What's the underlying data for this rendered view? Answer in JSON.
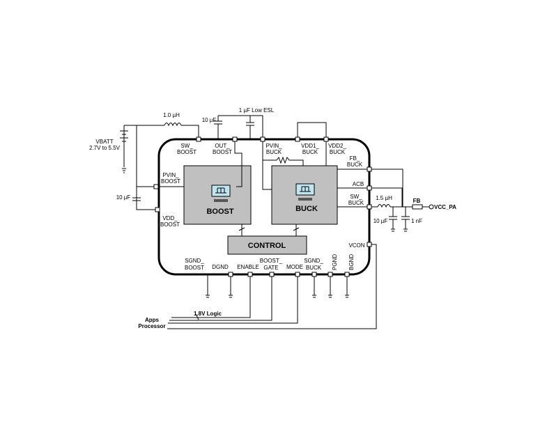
{
  "supply": {
    "label": "VBATT",
    "range": "2.7V to 5.5V"
  },
  "passives": {
    "inductor_boost": "1.0 µH",
    "cap_out_boost": "10 µF",
    "cap_low_esl": "1 µF Low ESL",
    "cap_vdd_boost": "10 µF",
    "inductor_buck": "1.5 µH",
    "cap_buck_out": "10 µF",
    "cap_buck_small": "1 nF"
  },
  "blocks": {
    "boost": "BOOST",
    "buck": "BUCK",
    "control": "CONTROL"
  },
  "pins": {
    "sw_boost": [
      "SW_",
      "BOOST"
    ],
    "out_boost": [
      "OUT_",
      "BOOST"
    ],
    "pvin_buck": [
      "PVIN_",
      "BUCK"
    ],
    "vdd1_buck": [
      "VDD1_",
      "BUCK"
    ],
    "vdd2_buck": [
      "VDD2_",
      "BUCK"
    ],
    "fb_buck": [
      "FB_",
      "BUCK"
    ],
    "acb": "ACB",
    "sw_buck": [
      "SW_",
      "BUCK"
    ],
    "vcon": "VCON",
    "pvin_boost": [
      "PVIN_",
      "BOOST"
    ],
    "vdd_boost": [
      "VDD_",
      "BOOST"
    ],
    "sgnd_boost": [
      "SGND_",
      "BOOST"
    ],
    "dgnd": "DGND",
    "enable": "ENABLE",
    "boost_gate": [
      "BOOST_",
      "GATE"
    ],
    "mode": "MODE",
    "sgnd_buck": [
      "SGND_",
      "BUCK"
    ],
    "pgnd": "PGND",
    "bgnd": "BGND"
  },
  "output": {
    "fb": "FB",
    "vcc_pa": "VCC_PA"
  },
  "logic": {
    "apps_processor": [
      "Apps",
      "Processor"
    ],
    "level": "1.8V Logic"
  }
}
